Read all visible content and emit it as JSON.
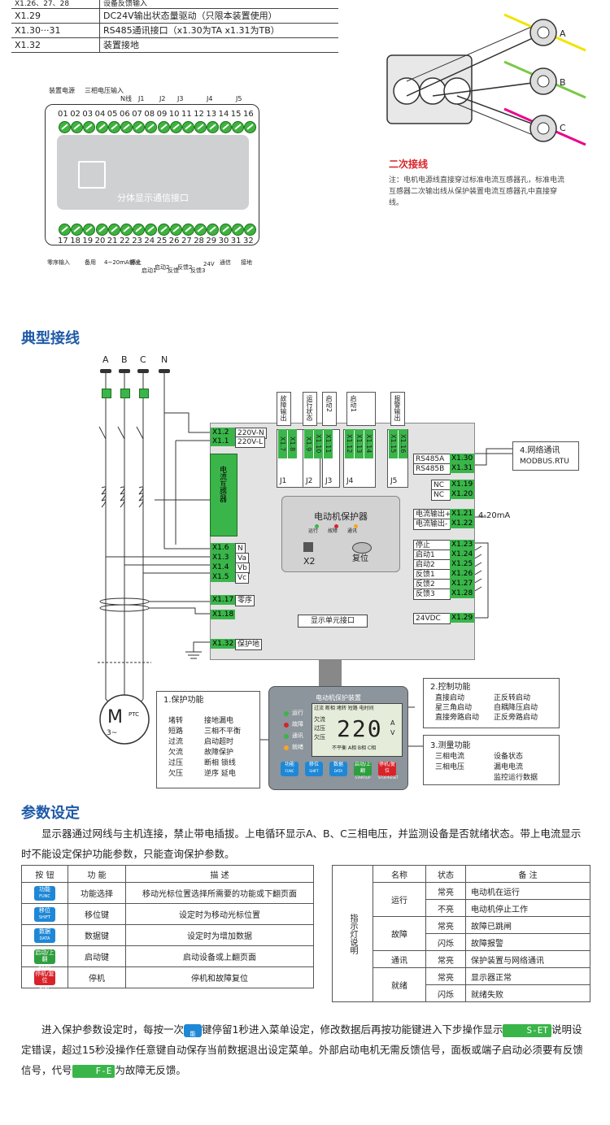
{
  "top_table": [
    {
      "code": "X1.26、27、28",
      "desc": "设备反馈输入"
    },
    {
      "code": "X1.29",
      "desc": "DC24V输出状态量驱动（只限本装置使用）"
    },
    {
      "code": "X1.30···31",
      "desc": "RS485通讯接口（x1.30为TA  x1.31为TB）"
    },
    {
      "code": "X1.32",
      "desc": "装置接地"
    }
  ],
  "terminal_module": {
    "top_labels": [
      "装置电源",
      "三相电压输入",
      "N线",
      "J1",
      "J2",
      "J3",
      "J4",
      "J5"
    ],
    "top_numbers": [
      "01",
      "02",
      "03",
      "04",
      "05",
      "06",
      "07",
      "08",
      "09",
      "10",
      "11",
      "12",
      "13",
      "14",
      "15",
      "16"
    ],
    "panel_text": "分体显示通信接口",
    "bottom_numbers": [
      "17",
      "18",
      "19",
      "20",
      "21",
      "22",
      "23",
      "24",
      "25",
      "26",
      "27",
      "28",
      "29",
      "30",
      "31",
      "32"
    ],
    "bottom_labels": [
      "零序输入",
      "备用",
      "4~20mA输出",
      "停止",
      "启动1",
      "启动2",
      "反馈",
      "反馈2",
      "反馈3",
      "24V",
      "通信",
      "接地"
    ]
  },
  "secondary": {
    "title": "二次接线",
    "note": "注：电机电源线直接穿过标准电流互感器孔，标准电流互感器二次输出线从保护装置电流互感器孔中直接穿线。",
    "phases": [
      "A",
      "B",
      "C"
    ]
  },
  "typical_wiring": {
    "title": "典型接线",
    "phases": [
      "A",
      "B",
      "C",
      "N"
    ],
    "relay_labels": [
      "故障输出",
      "运行状态",
      "启动2",
      "启动1",
      "报警输出"
    ],
    "jumpers": [
      "J1",
      "J2",
      "J3",
      "J4",
      "J5"
    ],
    "x_terms_top": [
      "X1.7",
      "X1.8",
      "X1.9",
      "X1.10",
      "X1.11",
      "X1.12",
      "X1.13",
      "X1.14",
      "X1.15",
      "X1.16"
    ],
    "left_terms": [
      {
        "t": "X1.2",
        "l": "220V-N"
      },
      {
        "t": "X1.1",
        "l": "220V-L"
      },
      {
        "t": "X1.6",
        "l": "N"
      },
      {
        "t": "X1.3",
        "l": "Va"
      },
      {
        "t": "X1.4",
        "l": "Vb"
      },
      {
        "t": "X1.5",
        "l": "Vc"
      },
      {
        "t": "X1.17",
        "l": "零序"
      },
      {
        "t": "X1.18",
        "l": ""
      },
      {
        "t": "X1.32",
        "l": "保护地"
      }
    ],
    "ct_label": "电流互感器",
    "rs485": [
      {
        "l": "RS485A",
        "t": "X1.30"
      },
      {
        "l": "RS485B",
        "t": "X1.31"
      }
    ],
    "nc": [
      {
        "l": "NC",
        "t": "X1.19"
      },
      {
        "l": "NC",
        "t": "X1.20"
      }
    ],
    "current_out": [
      {
        "l": "电流输出+",
        "t": "X1.21"
      },
      {
        "l": "电流输出-",
        "t": "X1.22"
      }
    ],
    "current_out_label": "4-20mA",
    "inputs": [
      {
        "l": "停止",
        "t": "X1.23"
      },
      {
        "l": "启动1",
        "t": "X1.24"
      },
      {
        "l": "启动2",
        "t": "X1.25"
      },
      {
        "l": "反馈1",
        "t": "X1.26"
      },
      {
        "l": "反馈2",
        "t": "X1.27"
      },
      {
        "l": "反馈3",
        "t": "X1.28"
      }
    ],
    "vdc": {
      "l": "24VDC",
      "t": "X1.29"
    },
    "network": {
      "title": "4.网络通讯",
      "sub": "MODBUS.RTU"
    },
    "device_title": "电动机保护器",
    "device_leds": [
      "运行",
      "故障",
      "通讯"
    ],
    "x2": "X2",
    "reset": "复位",
    "display_port": "显示单元接口",
    "motor": "M",
    "motor_sub": "3~",
    "ptc": "PTC",
    "display_unit": {
      "title": "电动机保护装置",
      "leds": [
        "运行",
        "故障",
        "通讯",
        "就绪"
      ],
      "lcd_top": "过流 断相 堵转 短路 电时间",
      "lcd_left": [
        "欠流",
        "过压",
        "欠压"
      ],
      "lcd_value": "220",
      "lcd_units": [
        "A",
        "V"
      ],
      "lcd_bottom": "不平衡 A相 B相 C相",
      "buttons": [
        {
          "cn": "功能",
          "en": "FUNC",
          "color": "#1e88d6"
        },
        {
          "cn": "移位",
          "en": "SHIFT",
          "color": "#1e88d6"
        },
        {
          "cn": "数据",
          "en": "DATA",
          "color": "#1e88d6"
        },
        {
          "cn": "启动/上翻",
          "en": "START/UP",
          "color": "#2e9e3e"
        },
        {
          "cn": "停机/复位",
          "en": "STOP/RESET",
          "color": "#d8232a"
        }
      ]
    },
    "protection": {
      "title": "1.保护功能",
      "items": [
        [
          "堵转",
          "接地漏电"
        ],
        [
          "短路",
          "三相不平衡"
        ],
        [
          "过流",
          "启动超时"
        ],
        [
          "欠流",
          "故障保护"
        ],
        [
          "过压",
          "断相 锁线"
        ],
        [
          "欠压",
          "逆序 延电"
        ]
      ]
    },
    "control": {
      "title": "2.控制功能",
      "items": [
        [
          "直接启动",
          "正反转启动"
        ],
        [
          "星三角启动",
          "自耦降压启动"
        ],
        [
          "直接旁路启动",
          "正反旁路启动"
        ]
      ]
    },
    "measure": {
      "title": "3.测量功能",
      "items": [
        [
          "三相电流",
          "设备状态"
        ],
        [
          "三相电压",
          "漏电电流"
        ],
        [
          "",
          "监控运行数据"
        ]
      ]
    }
  },
  "params": {
    "title": "参数设定",
    "intro": "显示器通过网线与主机连接，禁止带电插拔。上电循环显示A、B、C三相电压，并监测设备是否就绪状态。带上电流显示时不能设定保护功能参数，只能查询保护参数。",
    "btn_table": {
      "headers": [
        "按 钮",
        "功 能",
        "描 述"
      ],
      "rows": [
        {
          "cn": "功能",
          "en": "FUNC",
          "color": "#1e88d6",
          "func": "功能选择",
          "desc": "移动光标位置选择所需要的功能或下翻页面"
        },
        {
          "cn": "移位",
          "en": "SHIFT",
          "color": "#1e88d6",
          "func": "移位键",
          "desc": "设定时为移动光标位置"
        },
        {
          "cn": "数据",
          "en": "DATA",
          "color": "#1e88d6",
          "func": "数据键",
          "desc": "设定时为增加数据"
        },
        {
          "cn": "启动/上翻",
          "en": "START",
          "color": "#2e9e3e",
          "func": "启动键",
          "desc": "启动设备或上翻页面"
        },
        {
          "cn": "停机/复位",
          "en": "STOP",
          "color": "#d8232a",
          "func": "停机",
          "desc": "停机和故障复位"
        }
      ]
    },
    "led_table": {
      "side": "指示灯说明",
      "headers": [
        "名称",
        "状态",
        "备 注"
      ],
      "rows": [
        {
          "name": "运行",
          "status": "常亮",
          "note": "电动机在运行"
        },
        {
          "name": "",
          "status": "不亮",
          "note": "电动机停止工作"
        },
        {
          "name": "故障",
          "status": "常亮",
          "note": "故障已跳闸"
        },
        {
          "name": "",
          "status": "闪烁",
          "note": "故障报警"
        },
        {
          "name": "通讯",
          "status": "常亮",
          "note": "保护装置与网络通讯"
        },
        {
          "name": "就绪",
          "status": "常亮",
          "note": "显示器正常"
        },
        {
          "name": "",
          "status": "闪烁",
          "note": "就绪失败"
        }
      ]
    },
    "p2_a": "进入保护参数设定时，每按一次",
    "p2_btn_cn": "功能",
    "p2_btn_en": "FUNC",
    "p2_b": "键停留1秒进入菜单设定，修改数据后再按功能键进入下步操作显示",
    "p2_tag1": "S-ET",
    "p2_c": "说明设定错误，超过15秒没操作任意键自动保存当前数据退出设定菜单。外部启动电机无需反馈信号，面板或端子启动必须要有反馈信号，代号",
    "p2_tag2": "F-E",
    "p2_d": "为故障无反馈。"
  }
}
